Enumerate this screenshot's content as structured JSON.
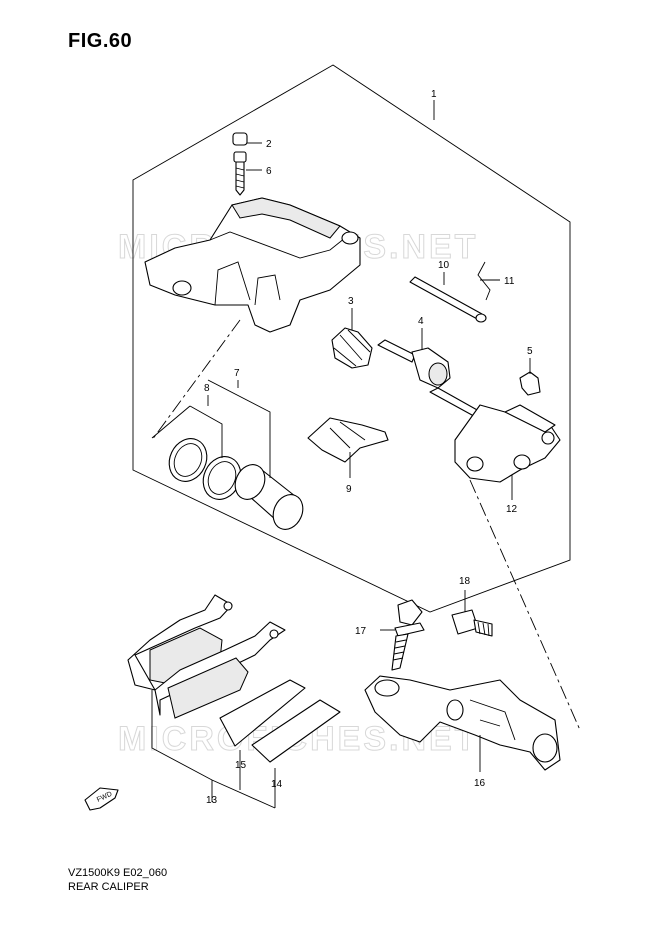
{
  "figure": {
    "title": "FIG.60",
    "model_code": "VZ1500K9 E02_060",
    "assembly_name": "REAR CALIPER"
  },
  "watermarks": [
    "MICROFICHES.NET",
    "MICROFICHES.NET"
  ],
  "fwd_label": "FWD",
  "callouts": [
    {
      "id": "c1",
      "label": "1"
    },
    {
      "id": "c2",
      "label": "2"
    },
    {
      "id": "c3",
      "label": "3"
    },
    {
      "id": "c4",
      "label": "4"
    },
    {
      "id": "c5",
      "label": "5"
    },
    {
      "id": "c6",
      "label": "6"
    },
    {
      "id": "c7",
      "label": "7"
    },
    {
      "id": "c8",
      "label": "8"
    },
    {
      "id": "c9",
      "label": "9"
    },
    {
      "id": "c10",
      "label": "10"
    },
    {
      "id": "c11",
      "label": "11"
    },
    {
      "id": "c12",
      "label": "12"
    },
    {
      "id": "c13",
      "label": "13"
    },
    {
      "id": "c14",
      "label": "14"
    },
    {
      "id": "c15",
      "label": "15"
    },
    {
      "id": "c16",
      "label": "16"
    },
    {
      "id": "c17",
      "label": "17"
    },
    {
      "id": "c18",
      "label": "18"
    }
  ]
}
